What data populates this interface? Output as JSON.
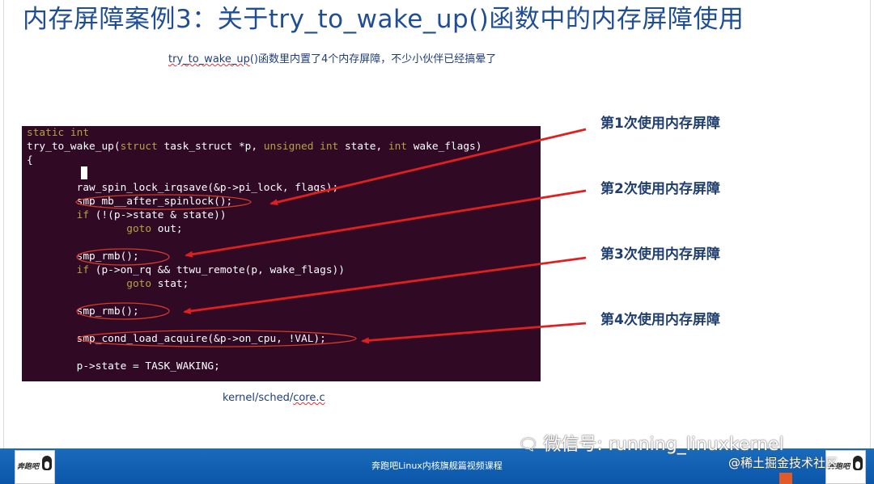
{
  "slide": {
    "title": "内存屏障案例3：关于try_to_wake_up()函数中的内存屏障使用",
    "subtitle_prefix": "try_to_wake_up",
    "subtitle_rest": "()函数里内置了4个内存屏障，不少小伙伴已经搞晕了",
    "caption_prefix": "kernel/sched/",
    "caption_link": "core.c"
  },
  "code": {
    "lines": [
      {
        "kw": "static int",
        "rest": ""
      },
      {
        "pre": "try_to_wake_up(",
        "kw1": "struct",
        "mid1": " task_struct *p, ",
        "kw2": "unsigned int",
        "mid2": " state, ",
        "kw3": "int",
        "mid3": " wake_flags)"
      },
      {
        "text": "{"
      },
      {
        "text": ""
      },
      {
        "text": "        raw_spin_lock_irqsave(&p->pi_lock, flags);"
      },
      {
        "text": "        smp_mb__after_spinlock();"
      },
      {
        "kw": "        if",
        "rest": " (!(p->state & state))"
      },
      {
        "kw": "                goto",
        "rest": " out;"
      },
      {
        "text": ""
      },
      {
        "text": "        smp_rmb();"
      },
      {
        "kw": "        if",
        "rest": " (p->on_rq && ttwu_remote(p, wake_flags))"
      },
      {
        "kw": "                goto",
        "rest": " stat;"
      },
      {
        "text": ""
      },
      {
        "text": "        smp_rmb();"
      },
      {
        "text": ""
      },
      {
        "text": "        smp_cond_load_acquire(&p->on_cpu, !VAL);"
      },
      {
        "text": ""
      },
      {
        "text": "        p->state = TASK_WAKING;"
      }
    ]
  },
  "annotations": [
    {
      "label": "第1次使用内存屏障"
    },
    {
      "label": "第2次使用内存屏障"
    },
    {
      "label": "第3次使用内存屏障"
    },
    {
      "label": "第4次使用内存屏障"
    }
  ],
  "footer": {
    "text": "奔跑吧Linux内核旗舰篇视频课程",
    "logo_text": "奔跑吧"
  },
  "watermark": {
    "icon": "wechat-icon",
    "text": "微信号: running_linuxkernel",
    "secondary": "@稀土掘金技术社区"
  },
  "colors": {
    "title": "#1f4e96",
    "terminal_bg": "#300a24",
    "keyword": "#b7a043",
    "arrow": "#e02020",
    "footer": "#0b56a8"
  }
}
